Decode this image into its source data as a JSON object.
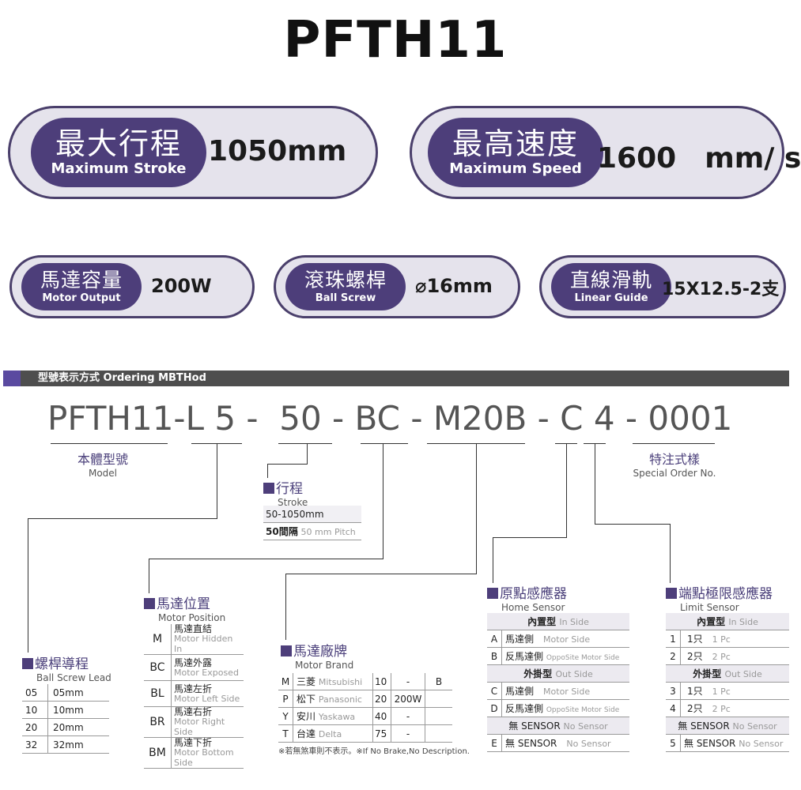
{
  "title": "PFTH11",
  "specs": {
    "stroke": {
      "cn": "最大行程",
      "en": "Maximum Stroke",
      "value": "1050mm"
    },
    "speed": {
      "cn": "最高速度",
      "en": "Maximum Speed",
      "value": "1600　mm/ s"
    },
    "motor": {
      "cn": "馬達容量",
      "en": "Motor Output",
      "value": "200W"
    },
    "screw": {
      "cn": "滾珠螺桿",
      "en": "Ball Screw",
      "value": "⌀16mm"
    },
    "guide": {
      "cn": "直線滑軌",
      "en": "Linear Guide",
      "value": "15X12.5-2支"
    }
  },
  "section_title": "型號表示方式  Ordering MBTHod",
  "model_code": "PFTH11-L 5 -  50 - BC - M20B - C 4 - 0001",
  "captions": {
    "model": {
      "cn": "本體型號",
      "en": "Model"
    },
    "special": {
      "cn": "特注式樣",
      "en": "Special Order No."
    }
  },
  "stroke": {
    "cn": "行程",
    "en": "Stroke",
    "rows": [
      {
        "a": "50-1050mm",
        "b": ""
      },
      {
        "a": "50間隔",
        "b": "50 mm Pitch"
      }
    ]
  },
  "lead": {
    "cn": "螺桿導程",
    "en": "Ball Screw Lead",
    "rows": [
      {
        "code": "05",
        "desc": "05mm"
      },
      {
        "code": "10",
        "desc": "10mm"
      },
      {
        "code": "20",
        "desc": "20mm"
      },
      {
        "code": "32",
        "desc": "32mm"
      }
    ]
  },
  "position": {
    "cn": "馬達位置",
    "en": "Motor Position",
    "rows": [
      {
        "code": "M",
        "cn": "馬達直結",
        "en": "Motor Hidden In"
      },
      {
        "code": "BC",
        "cn": "馬達外露",
        "en": "Motor Exposed"
      },
      {
        "code": "BL",
        "cn": "馬達左折",
        "en": "Motor Left Side"
      },
      {
        "code": "BR",
        "cn": "馬達右折",
        "en": "Motor Right Side"
      },
      {
        "code": "BM",
        "cn": "馬達下折",
        "en": "Motor Bottom Side"
      }
    ]
  },
  "brand": {
    "cn": "馬達廠牌",
    "en": "Motor Brand",
    "rows": [
      {
        "code": "M",
        "cn": "三菱",
        "en": "Mitsubishi",
        "n": "10",
        "w": "-",
        "b": "B"
      },
      {
        "code": "P",
        "cn": "松下",
        "en": "Panasonic",
        "n": "20",
        "w": "200W",
        "b": ""
      },
      {
        "code": "Y",
        "cn": "安川",
        "en": "Yaskawa",
        "n": "40",
        "w": "-",
        "b": ""
      },
      {
        "code": "T",
        "cn": "台達",
        "en": "Delta",
        "n": "75",
        "w": "-",
        "b": ""
      }
    ],
    "note": "※若無煞車則不表示。※If No Brake,No Description."
  },
  "home": {
    "cn": "原點感應器",
    "en": "Home Sensor",
    "h1": {
      "cn": "內置型",
      "en": "In Side"
    },
    "h2": {
      "cn": "外掛型",
      "en": "Out Side"
    },
    "rows_in": [
      {
        "code": "A",
        "cn": "馬達側",
        "en": "Motor Side"
      },
      {
        "code": "B",
        "cn": "反馬達側",
        "en": "OppoSite Motor Side"
      }
    ],
    "rows_out": [
      {
        "code": "C",
        "cn": "馬達側",
        "en": "Motor Side"
      },
      {
        "code": "D",
        "cn": "反馬達側",
        "en": "OppoSite Motor Side"
      }
    ],
    "none_row": {
      "cn": "無 SENSOR",
      "en": "No Sensor"
    },
    "e_row": {
      "code": "E",
      "cn": "無  SENSOR",
      "en": "No Sensor"
    }
  },
  "limit": {
    "cn": "端點極限感應器",
    "en": "Limit Sensor",
    "h1": {
      "cn": "內置型",
      "en": "In Side"
    },
    "h2": {
      "cn": "外掛型",
      "en": "Out Side"
    },
    "rows_in": [
      {
        "code": "1",
        "cn": "1只",
        "en": "1 Pc"
      },
      {
        "code": "2",
        "cn": "2只",
        "en": "2 Pc"
      }
    ],
    "rows_out": [
      {
        "code": "3",
        "cn": "1只",
        "en": "1 Pc"
      },
      {
        "code": "4",
        "cn": "2只",
        "en": "2 Pc"
      }
    ],
    "none_row": {
      "cn": "無 SENSOR",
      "en": "No Sensor"
    },
    "e_row": {
      "code": "5",
      "cn": "無 SENSOR",
      "en": "No Sensor"
    }
  }
}
